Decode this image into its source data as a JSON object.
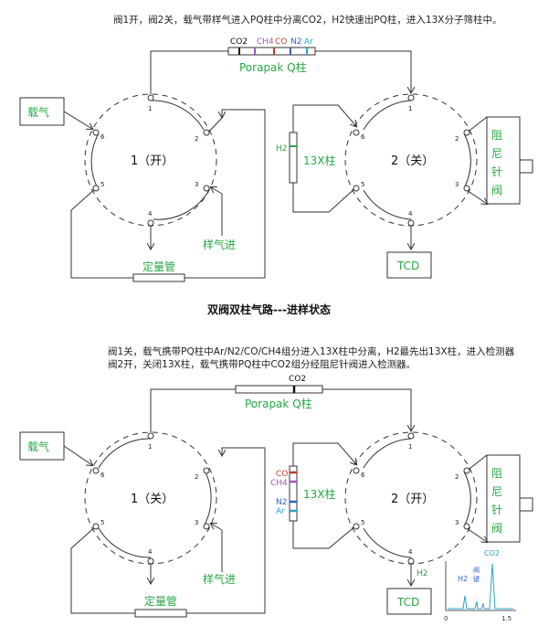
{
  "top": {
    "caption": "阀1开，阀2关，载气带样气进入PQ柱中分离CO2，H2快速出PQ柱，进入13X分子筛柱中。",
    "pq_species": {
      "co2": "CO2",
      "ch4": "CH4",
      "co": "CO",
      "n2": "N2",
      "ar": "Ar"
    },
    "column_pq": "Porapak Q柱",
    "carrier": "载气",
    "valve1": "1（开）",
    "valve2": "2（关）",
    "sample_in": "样气进",
    "loop": "定量管",
    "col13x": "13X柱",
    "h2_band": "H2",
    "needle_valve": [
      "阻",
      "尼",
      "针",
      "阀"
    ],
    "tcd": "TCD",
    "ports_v1": [
      "1",
      "2",
      "3",
      "4",
      "5",
      "6"
    ],
    "ports_v2": [
      "1",
      "2",
      "3",
      "4",
      "5",
      "6"
    ]
  },
  "middle_title": "双阀双柱气路---进样状态",
  "bottom": {
    "caption_line1": "阀1关，载气携带PQ柱中Ar/N2/CO/CH4组分进入13X柱中分离，H2最先出13X柱，进入检测器",
    "caption_line2": "阀2开，关闭13X柱，载气携带PQ柱中CO2组分经阻尼针阀进入检测器。",
    "pq_species": {
      "co2": "CO2"
    },
    "column_pq": "Porapak Q柱",
    "carrier": "载气",
    "valve1": "1（关）",
    "valve2": "2（开）",
    "sample_in": "样气进",
    "loop": "定量管",
    "col13x": "13X柱",
    "bands_13x": [
      "CO",
      "CH4",
      "N2",
      "Ar"
    ],
    "needle_valve": [
      "阻",
      "尼",
      "针",
      "阀"
    ],
    "tcd": "TCD",
    "tcd_in_label": "H2",
    "ports_v1": [
      "1",
      "2",
      "3",
      "4",
      "5",
      "6"
    ],
    "ports_v2": [
      "1",
      "2",
      "3",
      "4",
      "5",
      "6"
    ],
    "chromatogram": {
      "peaks": [
        "H2",
        "阀",
        "键",
        "CO2"
      ],
      "x_ticks": [
        "0",
        "1.5"
      ]
    }
  },
  "colors": {
    "green": "#27a844",
    "red": "#c0392b",
    "purple": "#9b59b6",
    "blue": "#2a64c8",
    "cyan": "#2aa3cc"
  }
}
